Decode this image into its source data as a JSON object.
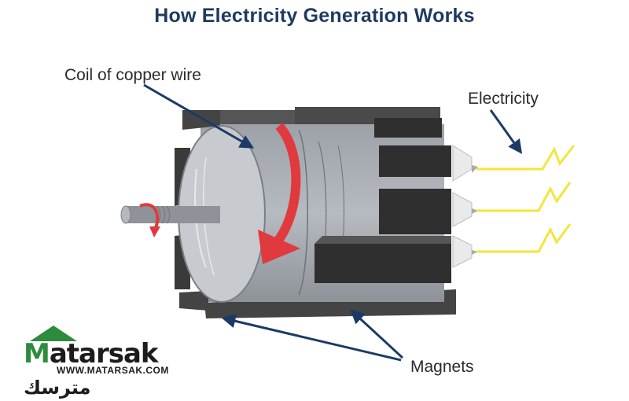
{
  "title": "How Electricity Generation Works",
  "labels": {
    "coil": "Coil of copper wire",
    "electricity": "Electricity",
    "magnets": "Magnets"
  },
  "logo": {
    "name": "Matarsak",
    "name_tail": "atarsak",
    "name_initial": "M",
    "arabic": "مترسك",
    "url": "WWW.MATARSAK.COM"
  },
  "colors": {
    "title": "#1f3a5f",
    "arrow": "#1b3a66",
    "rotation": "#e03a3e",
    "wire": "#f4e53a",
    "magnet": "#3a3a3a",
    "drum": "#a9adb4",
    "logo_green": "#2e8b3e"
  }
}
